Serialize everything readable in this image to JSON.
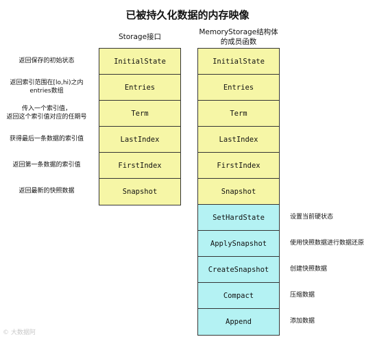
{
  "title": "已被持久化数据的内存映像",
  "columns": {
    "storage": {
      "heading": [
        "Storage接口"
      ],
      "cells": [
        "InitialState",
        "Entries",
        "Term",
        "LastIndex",
        "FirstIndex",
        "Snapshot"
      ]
    },
    "memory": {
      "heading": [
        "MemoryStorage结构体",
        "的成员函数"
      ],
      "cells": [
        "InitialState",
        "Entries",
        "Term",
        "LastIndex",
        "FirstIndex",
        "Snapshot"
      ],
      "extra_cells": [
        "SetHardState",
        "ApplySnapshot",
        "CreateSnapshot",
        "Compact",
        "Append"
      ]
    }
  },
  "left_notes": [
    [
      "返回保存的初始状态"
    ],
    [
      "返回索引范围在[lo,hi)之内",
      "entries数组"
    ],
    [
      "传入一个索引值，",
      "返回这个索引值对应的任期号"
    ],
    [
      "获得最后一条数据的索引值"
    ],
    [
      "返回第一条数据的索引值"
    ],
    [
      "返回最新的快照数据"
    ]
  ],
  "right_notes": [
    "设置当前硬状态",
    "使用快照数据进行数据还原",
    "创建快照数据",
    "压缩数据",
    "添加数据"
  ],
  "watermark": "© 大数据阿",
  "colors": {
    "interface": "#f6f6a6",
    "extra": "#b4f2f3",
    "border": "#333333"
  }
}
